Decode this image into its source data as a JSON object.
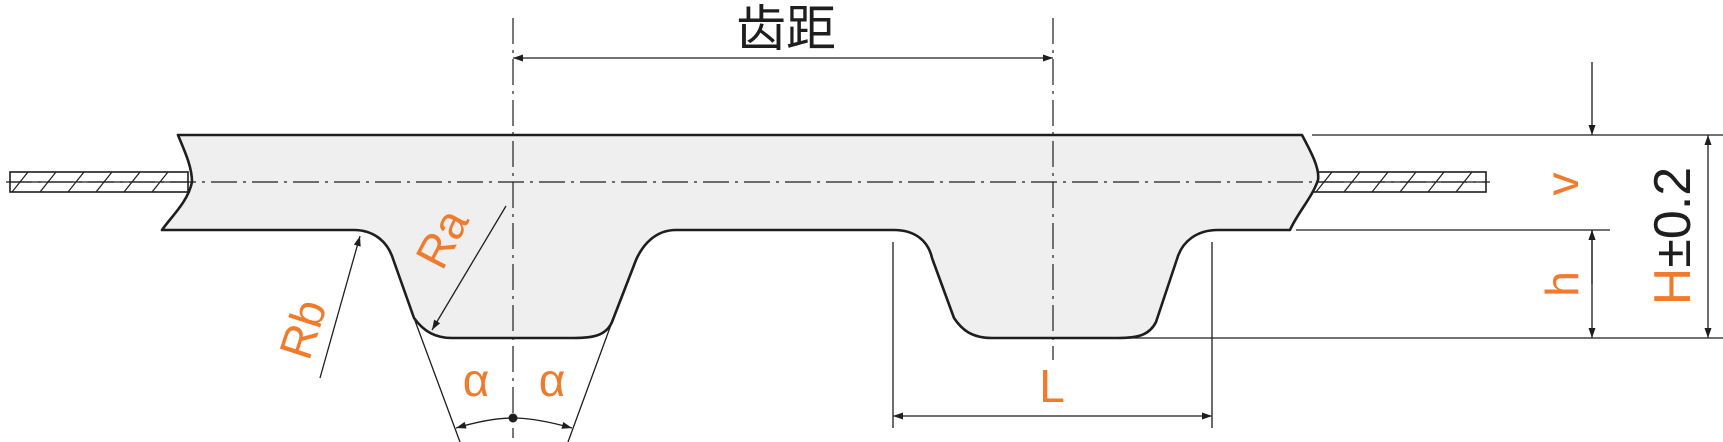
{
  "labels": {
    "pitch": "齿距",
    "ra": "Ra",
    "rb": "Rb",
    "alpha_left": "α",
    "alpha_right": "α",
    "l": "L",
    "v": "v",
    "h": "h",
    "H_letter": "H",
    "H_tolerance": "±0.2"
  },
  "colors": {
    "accent": "#f07b2d",
    "line": "#1e1e1e",
    "belt_fill": "#efefef"
  }
}
